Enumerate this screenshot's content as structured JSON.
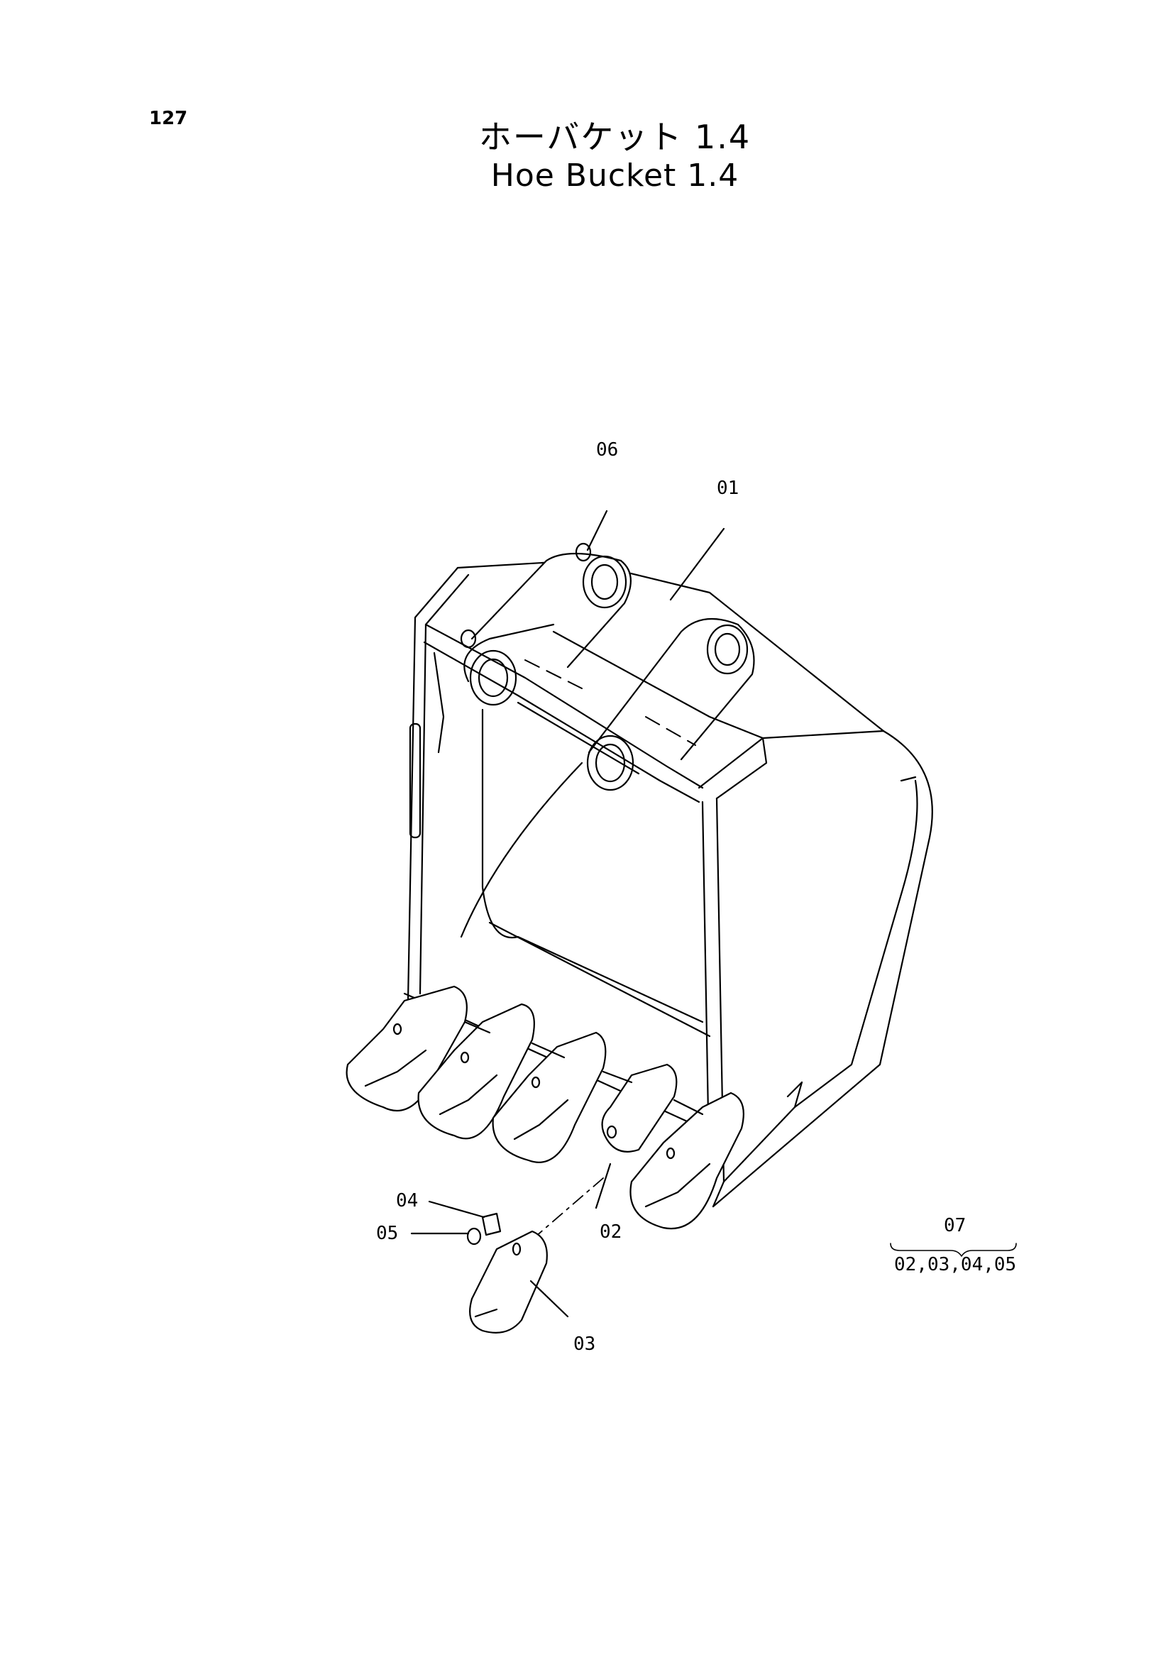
{
  "page_number": "127",
  "title_ja": "ホーバケット 1.4",
  "title_en": "Hoe Bucket 1.4",
  "callouts": {
    "c01": "01",
    "c02": "02",
    "c03": "03",
    "c04": "04",
    "c05": "05",
    "c06": "06",
    "c07": "07",
    "c07_includes": "02,03,04,05"
  }
}
